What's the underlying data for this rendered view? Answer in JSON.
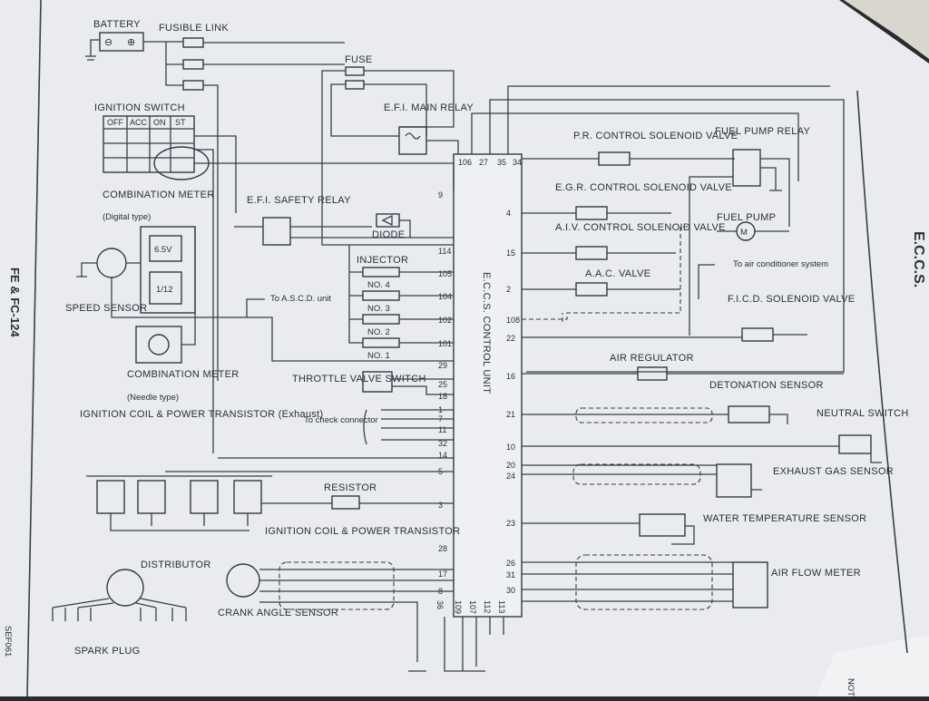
{
  "page": {
    "side_title": "FE & FC-124",
    "section_title": "E.C.C.S.",
    "corner_code": "SEF061",
    "footer_note": "NOTE"
  },
  "control_unit": {
    "label": "E.C.C.S. CONTROL UNIT",
    "top_pins": [
      "106",
      "27",
      "35",
      "34"
    ],
    "left_pins": [
      "9",
      "114",
      "105",
      "104",
      "102",
      "101",
      "29",
      "25",
      "18",
      "1",
      "7",
      "11",
      "32",
      "14",
      "5",
      "3",
      "28",
      "17",
      "8"
    ],
    "right_pins": [
      "4",
      "15",
      "2",
      "108",
      "22",
      "16",
      "21",
      "10",
      "20",
      "24",
      "23",
      "26",
      "31",
      "30"
    ],
    "bottom_pins": [
      "36",
      "109",
      "107",
      "112",
      "113"
    ]
  },
  "components": {
    "battery": "BATTERY",
    "fusible_link": "FUSIBLE LINK",
    "fuse": "FUSE",
    "ignition_switch": "IGNITION SWITCH",
    "ignition_switch_positions": [
      "OFF",
      "ACC",
      "ON",
      "ST"
    ],
    "efi_main_relay": "E.F.I. MAIN RELAY",
    "combination_meter_digital": "COMBINATION METER",
    "combination_meter_digital_sub": "(Digital type)",
    "display_65v": "6.5V",
    "display_fraction": "1/12",
    "efi_safety_relay": "E.F.I. SAFETY RELAY",
    "diode": "DIODE",
    "injector": "INJECTOR",
    "injector_numbers": [
      "NO. 4",
      "NO. 3",
      "NO. 2",
      "NO. 1"
    ],
    "speed_sensor": "SPEED SENSOR",
    "to_ascd": "To A.S.C.D. unit",
    "combination_meter_needle": "COMBINATION METER",
    "combination_meter_needle_sub": "(Needle type)",
    "throttle_valve_switch": "THROTTLE VALVE SWITCH",
    "to_check_connector": "To check connector",
    "ign_coil_exhaust": "IGNITION COIL & POWER TRANSISTOR (Exhaust)",
    "resistor": "RESISTOR",
    "ign_coil": "IGNITION COIL & POWER TRANSISTOR",
    "distributor": "DISTRIBUTOR",
    "spark_plug": "SPARK PLUG",
    "crank_angle_sensor": "CRANK ANGLE SENSOR",
    "pr_control_valve": "P.R. CONTROL SOLENOID VALVE",
    "fuel_pump_relay": "FUEL PUMP RELAY",
    "egr_control_valve": "E.G.R. CONTROL SOLENOID VALVE",
    "fuel_pump": "FUEL PUMP",
    "aiv_control_valve": "A.I.V. CONTROL SOLENOID VALVE",
    "to_air_conditioner": "To air conditioner system",
    "aac_valve": "A.A.C. VALVE",
    "ficd_valve": "F.I.C.D. SOLENOID VALVE",
    "air_regulator": "AIR REGULATOR",
    "detonation_sensor": "DETONATION SENSOR",
    "neutral_switch": "NEUTRAL SWITCH",
    "exhaust_gas_sensor": "EXHAUST GAS SENSOR",
    "water_temp_sensor": "WATER TEMPERATURE SENSOR",
    "air_flow_meter": "AIR FLOW METER"
  },
  "colors": {
    "page": "#e9ebef",
    "ink": "#3a3d48",
    "background": "#2a2b2e"
  }
}
